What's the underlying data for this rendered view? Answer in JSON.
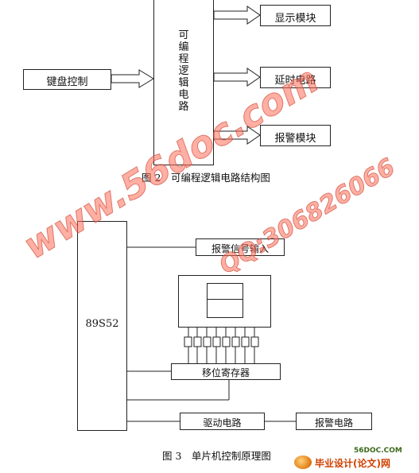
{
  "figure2": {
    "center_label_chars": [
      "可",
      "编",
      "程",
      "逻",
      "辑",
      "电",
      "路"
    ],
    "input_label": "键盘控制",
    "outputs": [
      "显示模块",
      "延时电路",
      "报警模块"
    ],
    "caption": "图 2　可编程逻辑电路结构图"
  },
  "figure3": {
    "mcu_label": "89S52",
    "alarm_input_label": "报警信号输入",
    "shift_register_label": "移位寄存器",
    "driver_label": "驱动电路",
    "alarm_circuit_label": "报警电路",
    "caption": "图 3　单片机控制原理图"
  },
  "watermarks": {
    "site": "www.56doc.com",
    "qq": "QQ:306826066"
  },
  "logo": {
    "site": "56DOC.COM",
    "brand": "毕业设计(论文)网"
  },
  "colors": {
    "line": "#222222",
    "watermark": "#ff6e5a",
    "logo_orange": "#d04000"
  }
}
